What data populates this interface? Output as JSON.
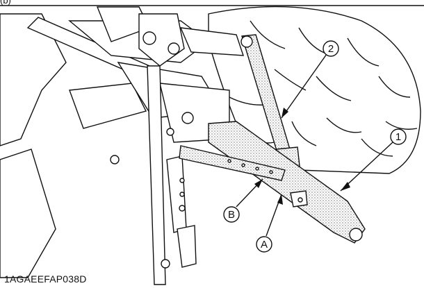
{
  "top_fragment": "(b)",
  "callouts": [
    {
      "id": "1",
      "label": "1"
    },
    {
      "id": "2",
      "label": "2"
    },
    {
      "id": "A",
      "label": "A"
    },
    {
      "id": "B",
      "label": "B"
    }
  ],
  "figure_code": "1AGAEEFAP038D",
  "colors": {
    "line": "#111111",
    "stipple": "#8a8a8a",
    "background": "#ffffff"
  }
}
